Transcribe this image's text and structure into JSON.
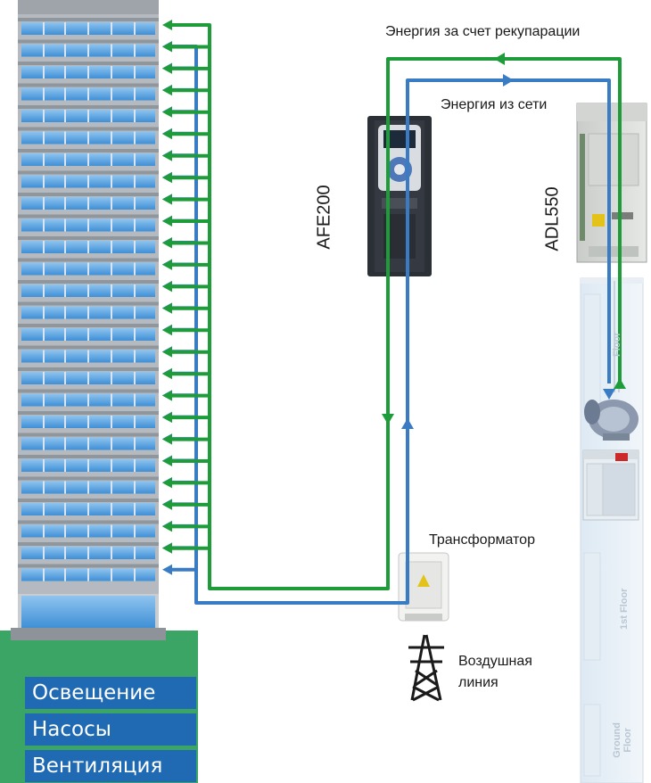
{
  "labels": {
    "recuperation": "Энергия за счет рекупарации",
    "grid": "Энергия из сети",
    "afe": "AFE200",
    "adl": "ADL550",
    "transformer": "Трансформатор",
    "overhead_line_1": "Воздушная",
    "overhead_line_2": "линия"
  },
  "usage": [
    "Освещение",
    "Насосы",
    "Вентиляция"
  ],
  "shaft": {
    "floor": "Floor",
    "first_floor": "1st Floor",
    "ground_1": "Ground",
    "ground_2": "Floor"
  },
  "colors": {
    "green_line": "#1e9c3a",
    "blue_line": "#3a7cc4",
    "usage_box": "#1f6ab3",
    "ground": "#3aa564",
    "drive_body": "#2b2f36"
  }
}
